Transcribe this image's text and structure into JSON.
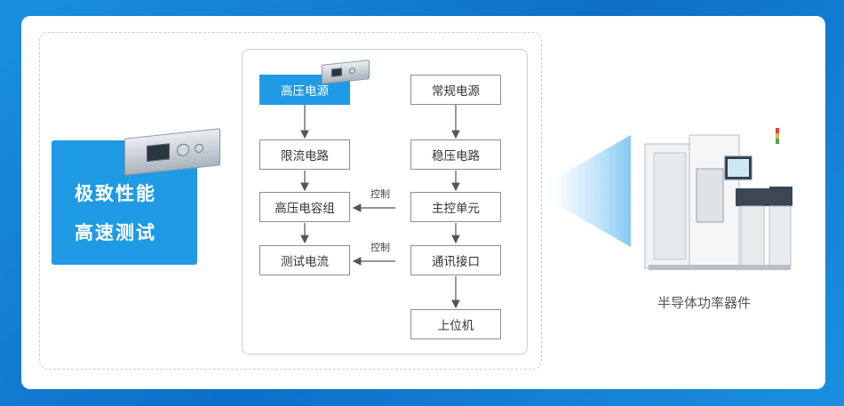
{
  "hero": {
    "line1": "极致性能",
    "line2": "高速测试"
  },
  "flow": {
    "high_voltage_source": "高压电源",
    "current_limit_circuit": "限流电路",
    "hv_capacitor_bank": "高压电容组",
    "test_current": "测试电流",
    "normal_power_source": "常规电源",
    "voltage_regulator": "稳压电路",
    "main_control_unit": "主控单元",
    "comm_interface": "通讯接口",
    "host_computer": "上位机",
    "control_label_1": "控制",
    "control_label_2": "控制"
  },
  "machine": {
    "caption": "半导体功率器件"
  },
  "colors": {
    "accent": "#1e9be4",
    "background": "#0d6fc8"
  }
}
